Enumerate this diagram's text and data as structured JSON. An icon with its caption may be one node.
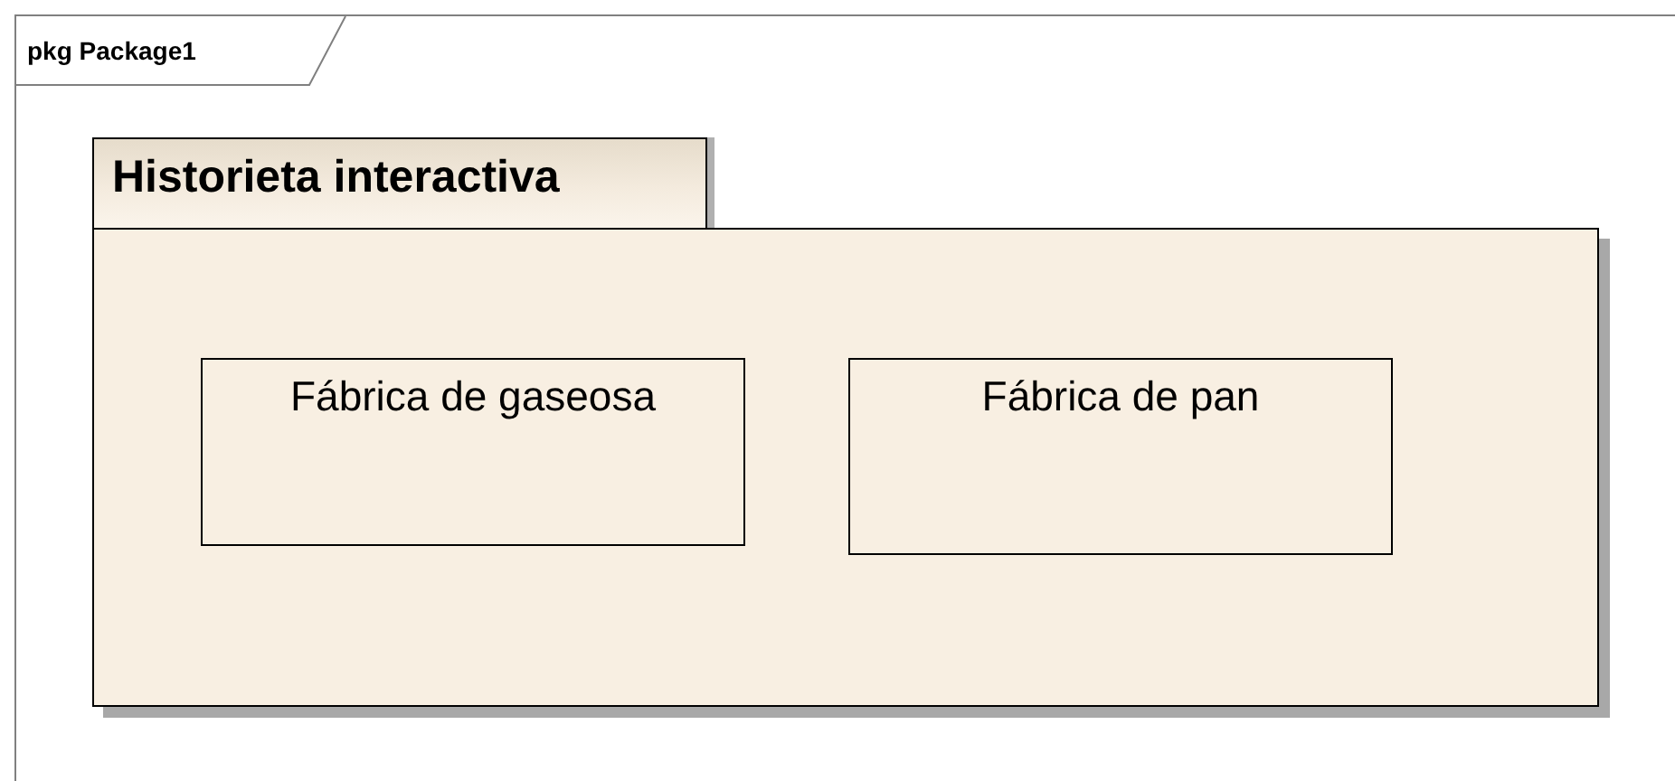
{
  "diagram": {
    "nodes": [
      {
        "text": [
          "pkg Package1"
        ]
      },
      {
        "text": [
          "Historieta interactiva"
        ],
        "in": 0
      },
      {
        "text": [
          "Fábrica de gaseosa"
        ],
        "in": 1
      },
      {
        "text": [
          "Fábrica de pan"
        ],
        "in": 1
      }
    ],
    "edges": []
  }
}
